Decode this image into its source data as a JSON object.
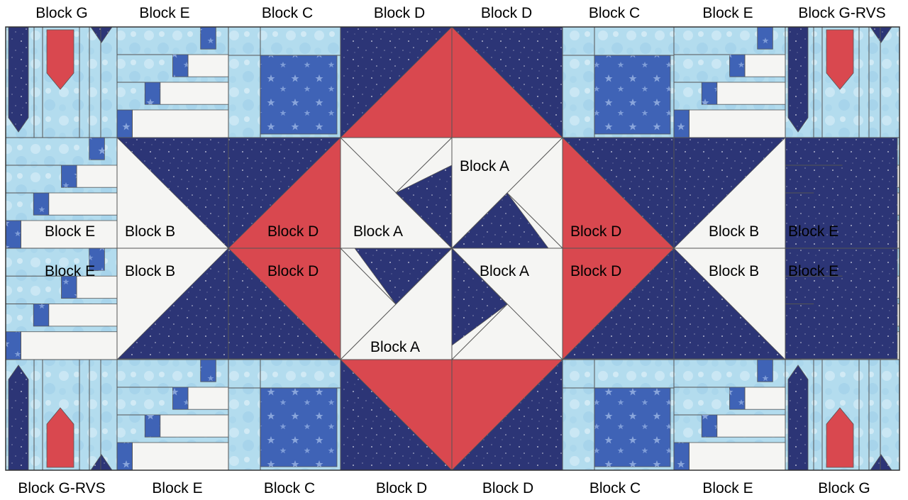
{
  "labels": {
    "top": [
      "Block G",
      "Block E",
      "Block C",
      "Block D",
      "Block D",
      "Block C",
      "Block E",
      "Block G-RVS"
    ],
    "bottom": [
      "Block G-RVS",
      "Block E",
      "Block C",
      "Block D",
      "Block D",
      "Block C",
      "Block E",
      "Block G"
    ],
    "inner": {
      "e_left_upper": "Block E",
      "e_left_lower": "Block E",
      "b_left_upper": "Block B",
      "b_left_lower": "Block B",
      "d_left_upper": "Block D",
      "d_left_lower": "Block D",
      "a_left": "Block A",
      "a_top": "Block A",
      "a_right": "Block A",
      "a_bottom": "Block A",
      "d_right_upper": "Block D",
      "d_right_lower": "Block D",
      "b_right_upper": "Block B",
      "b_right_lower": "Block B",
      "e_right_upper": "Block E",
      "e_right_lower": "Block E"
    }
  },
  "colors": {
    "navy": "#2c3576",
    "red": "#d9484f",
    "light_blue": "#b3dcee",
    "medium_blue": "#3f63b6",
    "white": "#f5f5f3",
    "seam": "#555555"
  }
}
